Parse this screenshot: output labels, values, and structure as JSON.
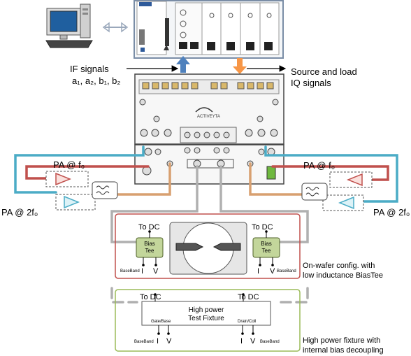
{
  "labels": {
    "if_signals": "IF signals",
    "if_list": "a₁, a₂, b₁, b₂",
    "source_load": "Source and load",
    "iq_signals": "IQ signals",
    "pa_f0_left": "PA @ f₀",
    "pa_2f0_left": "PA @ 2f₀",
    "pa_f0_right": "PA @ f₀",
    "pa_2f0_right": "PA @ 2f₀",
    "to_dc_left": "To DC",
    "to_dc_right": "To DC",
    "bias_tee_left_1": "Bias",
    "bias_tee_left_2": "Tee",
    "bias_tee_right_1": "Bias",
    "bias_tee_right_2": "Tee",
    "baseband_left": "BaseBand",
    "baseband_right": "BaseBand",
    "i_left": "I",
    "v_left": "V",
    "i_right": "I",
    "v_right": "V",
    "onwafer_1": "On-wafer config. with",
    "onwafer_2": "low inductance BiasTee",
    "to_dc_fixture_left": "To DC",
    "to_dc_fixture_right": "To DC",
    "fixture_1": "High power",
    "fixture_2": "Test Fixture",
    "gate_base": "Gate/Base",
    "drain_coll": "Drain/Coll",
    "baseband_fixture_left": "BaseBand",
    "baseband_fixture_right": "BaseBand",
    "i_fixture_left": "I",
    "v_fixture_left": "V",
    "i_fixture_right": "I",
    "v_fixture_right": "V",
    "fixture_caption_1": "High power fixture with",
    "fixture_caption_2": "internal bias decoupling",
    "instrument_brand": "ACTIVEYTA"
  },
  "colors": {
    "red_cable": "#c0504d",
    "blue_cable": "#4bacc6",
    "tan_cable": "#d8a070",
    "gray_cable": "#a6a6a6",
    "bias_tee_fill": "#c3d69b",
    "onwafer_border": "#c0504d",
    "fixture_border": "#9bbb59",
    "orange_arrow": "#f79646",
    "blue_arrow": "#4f81bd"
  }
}
